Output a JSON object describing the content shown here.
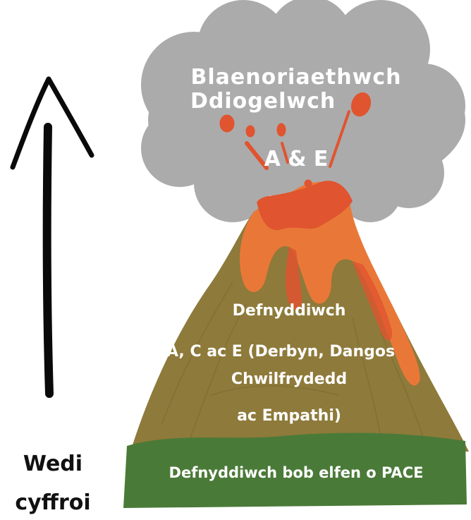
{
  "cloud": {
    "line1": "Blaenoriaethwch",
    "line2": "Ddiogelwch",
    "line3": "A & E"
  },
  "mountain": {
    "line1": "Defnyddiwch",
    "line2": "A, C ac E (Derbyn,  Dangos",
    "line3": "Chwilfrydedd",
    "line4": "ac Empathi)"
  },
  "base": {
    "text": "Defnyddiwch bob elfen o PACE"
  },
  "side": {
    "line1": "Wedi",
    "line2": "cyffroi"
  },
  "colors": {
    "cloud": "#ababab",
    "lava": "#e0542f",
    "lava_light": "#e97838",
    "mountain": "#8e7a3a",
    "ground": "#4a7a38",
    "text_light": "#ffffff",
    "text_dark": "#111111"
  }
}
